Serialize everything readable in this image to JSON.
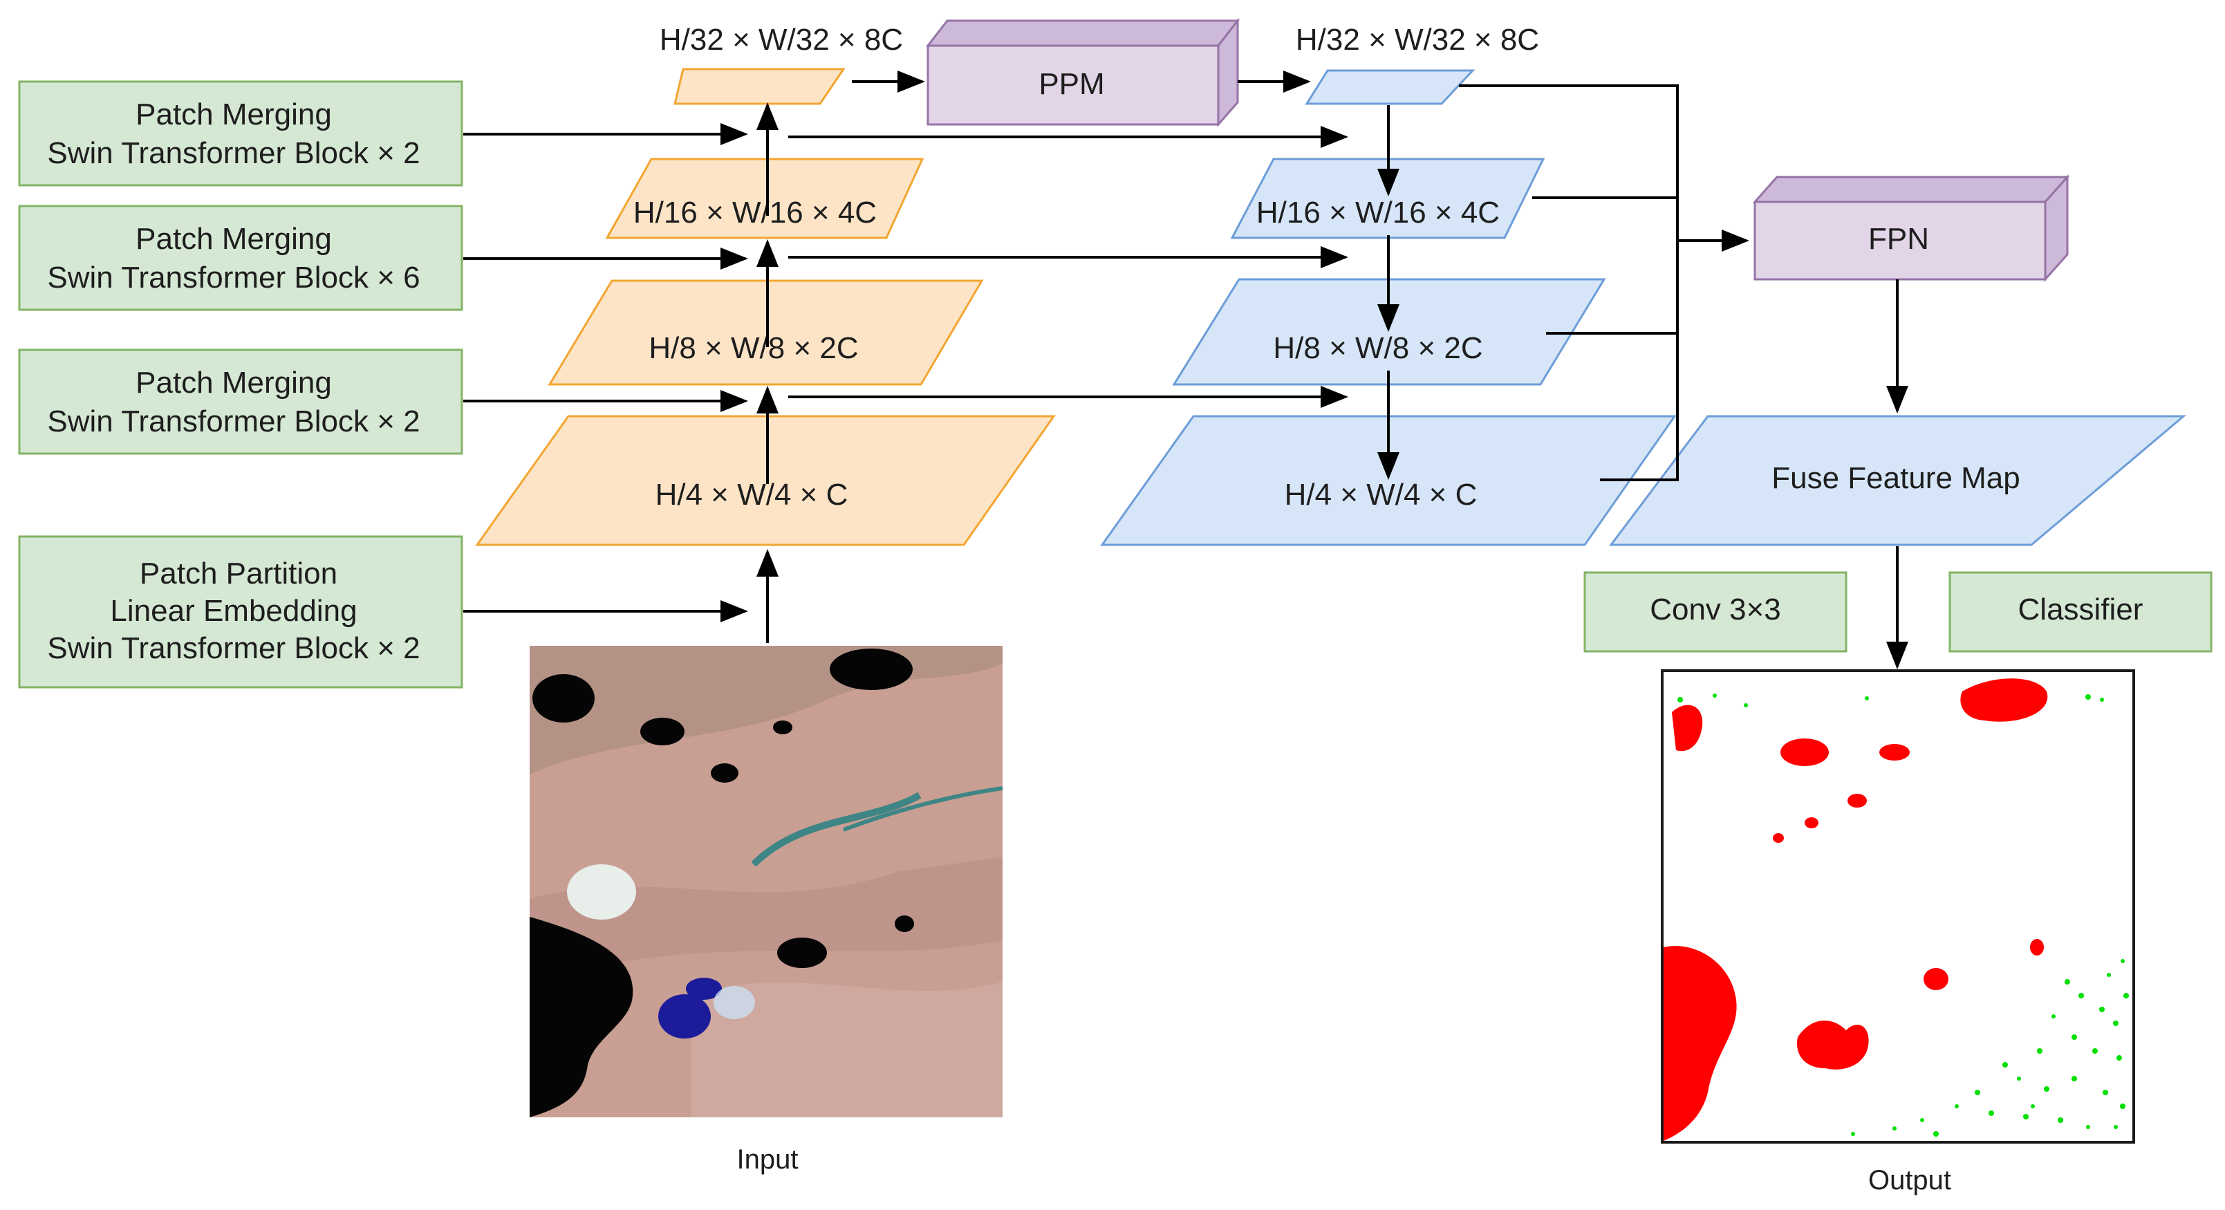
{
  "encoder_blocks": [
    {
      "line1": "Patch Merging",
      "line2": "Swin Transformer Block × 2"
    },
    {
      "line1": "Patch Merging",
      "line2": "Swin Transformer Block × 6"
    },
    {
      "line1": "Patch Merging",
      "line2": "Swin Transformer Block × 2"
    },
    {
      "line1": "Patch Partition",
      "line2": "Linear Embedding",
      "line3": "Swin Transformer Block × 2"
    }
  ],
  "encoder_features": {
    "f32": "H/32 × W/32 × 8C",
    "f16": "H/16 × W/16 × 4C",
    "f8": "H/8 × W/8 × 2C",
    "f4": "H/4 × W/4 × C"
  },
  "decoder_features": {
    "f32": "H/32 × W/32 × 8C",
    "f16": "H/16 × W/16 × 4C",
    "f8": "H/8 × W/8 × 2C",
    "f4": "H/4 × W/4 × C"
  },
  "modules": {
    "ppm": "PPM",
    "fpn": "FPN",
    "fuse": "Fuse Feature Map",
    "conv": "Conv 3×3",
    "classifier": "Classifier"
  },
  "captions": {
    "input": "Input",
    "output": "Output"
  },
  "colors": {
    "encoder_block_fill": "#d5e8d4",
    "encoder_feature_fill": "#fde4c6",
    "decoder_feature_fill": "#d6e6f8",
    "module_fill": "#e1d5e7",
    "segmentation_water": "#ff0000",
    "segmentation_vegetation": "#00e000"
  }
}
